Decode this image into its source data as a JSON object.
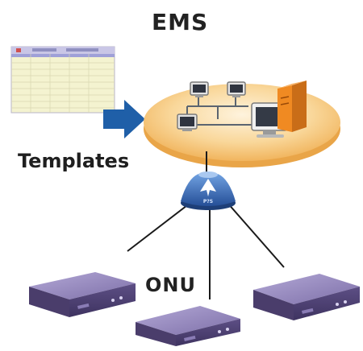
{
  "diagram": {
    "title": "EMS",
    "templates_label": "Templates",
    "onu_label": "ONU",
    "splitter_label": "P?S",
    "onu_count": 3
  },
  "colors": {
    "ems_disc": "#f7c77b",
    "ems_disc_light": "#fde9c4",
    "arrow_blue": "#1f5fa8",
    "onu_body": "#6e5d92",
    "onu_top": "#9c8fc0",
    "onu_dark": "#4a3d6b",
    "splitter_blue": "#3f73c4",
    "link_line": "#1a1a1a",
    "spreadsheet_fill": "#f4f3d0",
    "spreadsheet_header": "#c9c6e6"
  }
}
